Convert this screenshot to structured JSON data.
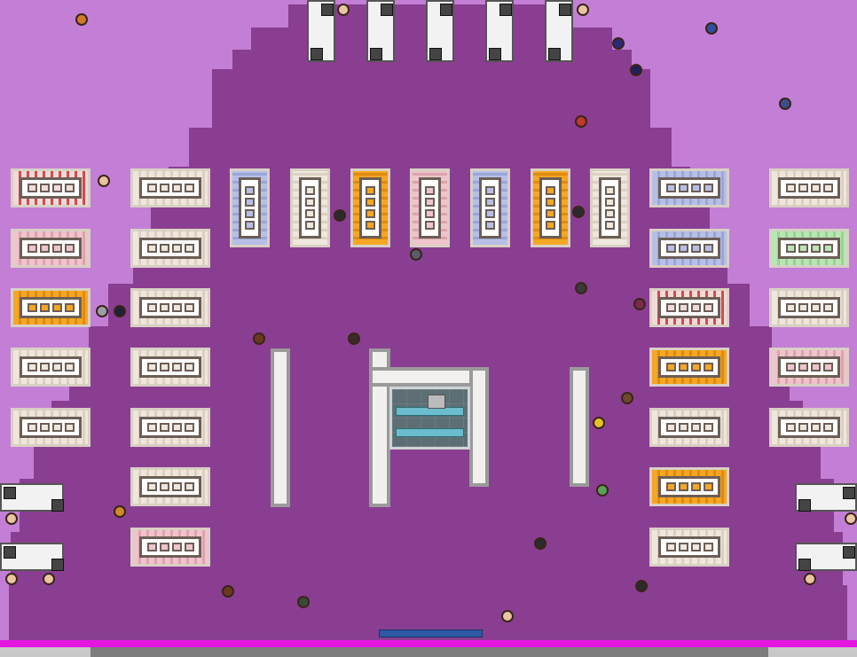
{
  "scene": {
    "type": "top-down virtual office map",
    "background_color": "#c37fd6",
    "floor_color": "#8a3e91",
    "edge_line_color": "#e318df",
    "entrance_color": "#2f59a5",
    "elevator_rail_color": "#6bbccc"
  },
  "table_styles": {
    "white": {
      "fill": "#efe6dc",
      "stripe": "#dcd0c2"
    },
    "blue": {
      "fill": "#b7bfe6",
      "stripe": "#9aa6d8"
    },
    "orange": {
      "fill": "#f5a623",
      "stripe": "#e08a10"
    },
    "pink": {
      "fill": "#efc4cc",
      "stripe": "#dca3ae"
    },
    "green": {
      "fill": "#b9e6b5",
      "stripe": "#98d392"
    },
    "red": {
      "fill": "#f1dada",
      "stripe": "#d24a4a"
    }
  },
  "icons": {
    "avatar": "avatar-icon",
    "chair": "chair-icon",
    "monitor": "monitor-icon",
    "elevator": "elevator-icon",
    "entrance": "entrance-mat-icon"
  },
  "counts": {
    "meeting_tables": 33,
    "workstation_desks": 9,
    "avatars": 32
  }
}
